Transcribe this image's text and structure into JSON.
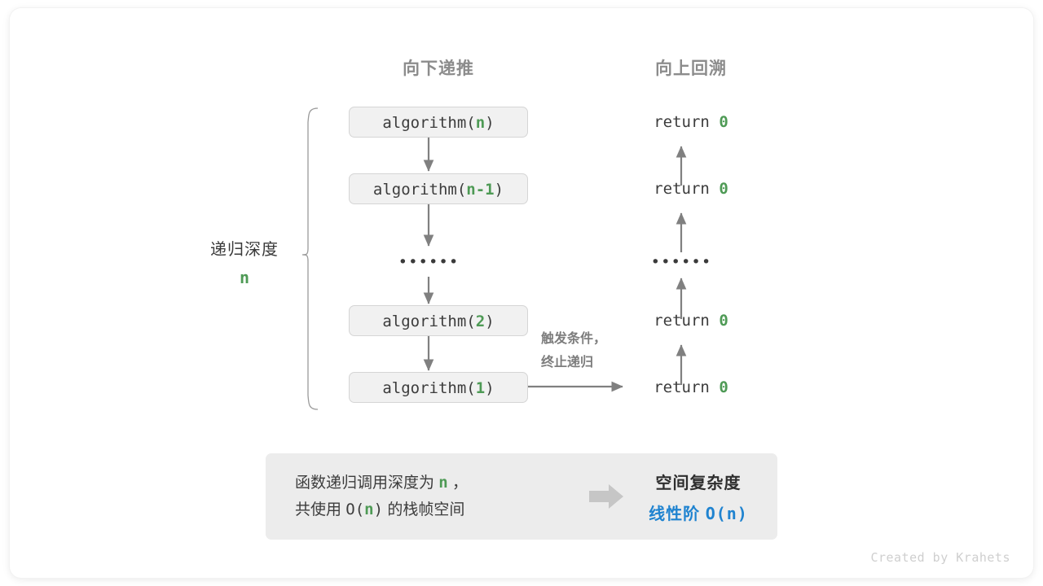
{
  "headers": {
    "down": "向下递推",
    "up": "向上回溯"
  },
  "depth_bracket": {
    "label": "递归深度",
    "value": "n"
  },
  "call_stack": [
    {
      "prefix": "algorithm(",
      "arg": "n",
      "suffix": ")"
    },
    {
      "prefix": "algorithm(",
      "arg": "n-1",
      "suffix": ")"
    },
    {
      "ellipsis": "••••••"
    },
    {
      "prefix": "algorithm(",
      "arg": "2",
      "suffix": ")"
    },
    {
      "prefix": "algorithm(",
      "arg": "1",
      "suffix": ")"
    }
  ],
  "returns": [
    {
      "text": "return ",
      "value": "0"
    },
    {
      "text": "return ",
      "value": "0"
    },
    {
      "ellipsis": "••••••"
    },
    {
      "text": "return ",
      "value": "0"
    },
    {
      "text": "return ",
      "value": "0"
    }
  ],
  "trigger_note": {
    "line1": "触发条件，",
    "line2": "终止递归"
  },
  "summary": {
    "left_line1_a": "函数递归调用深度为 ",
    "left_line1_n": "n",
    "left_line1_b": " ，",
    "left_line2_a": "共使用 ",
    "left_line2_o": "O(",
    "left_line2_n": "n",
    "left_line2_c": ")",
    "left_line2_b": " 的栈帧空间",
    "arrow": "right-arrow",
    "title": "空间复杂度",
    "value_label": "线性阶 ",
    "value_formula": "O(n)"
  },
  "credit": "Created by Krahets",
  "colors": {
    "accent_green": "#4e9a55",
    "accent_blue": "#1f83d0",
    "box_fill": "#f1f1f1",
    "box_border": "#d5d5d5",
    "panel_fill": "#ececec",
    "arrow_gray": "#808080",
    "heading_gray": "#8c8c8c"
  }
}
